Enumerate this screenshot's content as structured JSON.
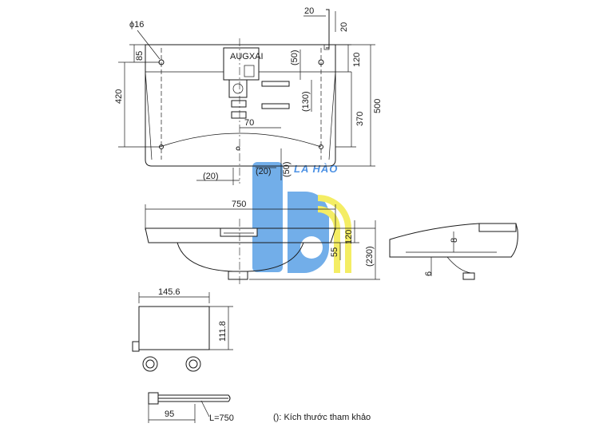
{
  "top_view": {
    "hole_dia": "ϕ16",
    "d85": "85",
    "d420": "420",
    "d20_top": "20",
    "d20_side": "20",
    "d120_right": "120",
    "d500": "500",
    "d370": "370",
    "d50_upper": "(50)",
    "d130": "(130)",
    "d70": "70",
    "d20_bottom_left": "(20)",
    "d20_bottom_mid": "(20)",
    "d50_lower": "(50)",
    "faucet_badge": "AUGXAI"
  },
  "front_view": {
    "width": "750",
    "d120": "120",
    "d55": "55",
    "d230": "(230)"
  },
  "side_view": {
    "d8": "8",
    "d6": "6"
  },
  "box_view": {
    "width": "145.6",
    "height": "111.8",
    "d95": "95",
    "cable_length": "L=750"
  },
  "note": "(): Kích thước tham khảo",
  "watermark": {
    "text": "LA HÀO",
    "colors": {
      "blue": "#5aa0e6",
      "yellow": "#f3ea4a"
    }
  }
}
